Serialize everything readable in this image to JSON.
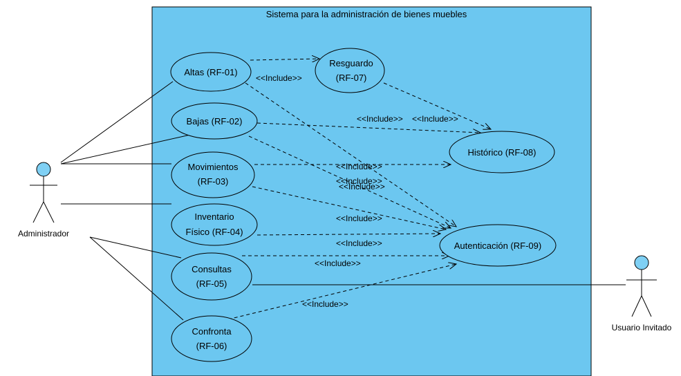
{
  "system": {
    "title": "Sistema para la administración de bienes muebles"
  },
  "colors": {
    "system_fill": "#6cc7f0",
    "use_case_fill": "#6cc7f0",
    "actor_head_fill": "#7fd0f4",
    "stroke": "#000000"
  },
  "actors": {
    "administrador": {
      "name": "Administrador",
      "icon": "stick-figure-icon"
    },
    "invitado": {
      "name": "Usuario Invitado",
      "icon": "stick-figure-icon"
    }
  },
  "use_cases": {
    "altas": {
      "line1": "Altas (RF-01)",
      "line2": ""
    },
    "bajas": {
      "line1": "Bajas (RF-02)",
      "line2": ""
    },
    "movimientos": {
      "line1": "Movimientos",
      "line2": "(RF-03)"
    },
    "inventario": {
      "line1": "Inventario",
      "line2": "Físico (RF-04)"
    },
    "consultas": {
      "line1": "Consultas",
      "line2": "(RF-05)"
    },
    "confronta": {
      "line1": "Confronta",
      "line2": "(RF-06)"
    },
    "resguardo": {
      "line1": "Resguardo",
      "line2": "(RF-07)"
    },
    "historico": {
      "line1": "Histórico (RF-08)",
      "line2": ""
    },
    "autenticacion": {
      "line1": "Autenticación (RF-09)",
      "line2": ""
    }
  },
  "include_labels": {
    "altas_resguardo": "<<Include>>",
    "resguardo_historico": "<<Include>>",
    "bajas_historico": "<<Include>>",
    "movimientos_historico": "<<Include>>",
    "altas_autenticacion": "<<Include>>",
    "bajas_autenticacion": "<<Include>>",
    "movimientos_autenticacion": "<<Include>>",
    "inventario_autenticacion": "<<Include>>",
    "consultas_autenticacion": "<<Include>>",
    "confronta_autenticacion": "<<Include>>"
  }
}
